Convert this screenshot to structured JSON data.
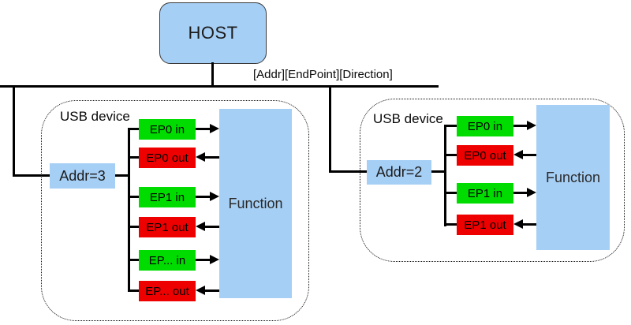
{
  "diagram": {
    "host": {
      "label": "HOST"
    },
    "bus": {
      "label": "[Addr][EndPoint][Direction]"
    },
    "devices": [
      {
        "title": "USB device",
        "addr": "Addr=3",
        "function": "Function",
        "endpoints": [
          {
            "label": "EP0 in",
            "direction": "in"
          },
          {
            "label": "EP0 out",
            "direction": "out"
          },
          {
            "label": "EP1 in",
            "direction": "in"
          },
          {
            "label": "EP1 out",
            "direction": "out"
          },
          {
            "label": "EP... in",
            "direction": "in"
          },
          {
            "label": "EP... out",
            "direction": "out"
          }
        ]
      },
      {
        "title": "USB device",
        "addr": "Addr=2",
        "function": "Function",
        "endpoints": [
          {
            "label": "EP0 in",
            "direction": "in"
          },
          {
            "label": "EP0 out",
            "direction": "out"
          },
          {
            "label": "EP1 in",
            "direction": "in"
          },
          {
            "label": "EP1 out",
            "direction": "out"
          }
        ]
      }
    ],
    "colors": {
      "box_blue": "#A6CFF5",
      "endpoint_in_green": "#00DC00",
      "endpoint_out_red": "#EE0000",
      "line_black": "#000000"
    }
  }
}
